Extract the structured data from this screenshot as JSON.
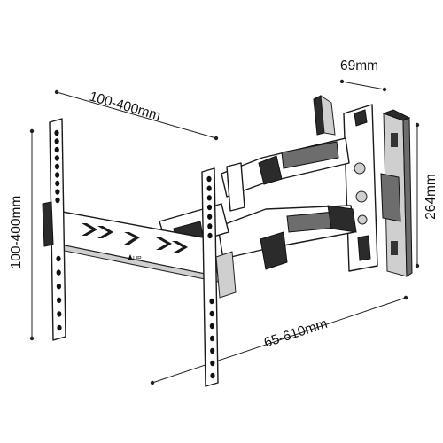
{
  "dimensions": {
    "vesa_horizontal": "100-400mm",
    "vesa_vertical": "100-400mm",
    "extension": "65-610mm",
    "plate_depth": "69mm",
    "plate_height": "264mm"
  },
  "labels": {
    "up_marker": "UP"
  }
}
